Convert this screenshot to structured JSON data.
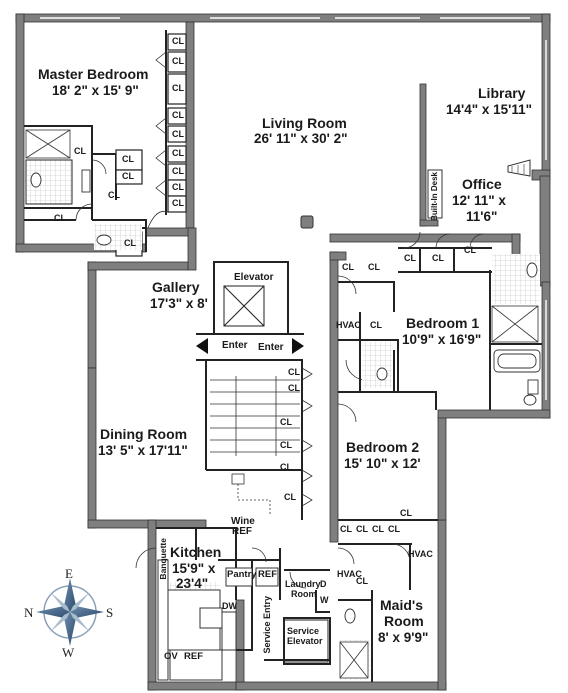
{
  "rooms": {
    "master_bedroom": {
      "name": "Master Bedroom",
      "dims": "18' 2\" x 15' 9\""
    },
    "living_room": {
      "name": "Living Room",
      "dims": "26' 11\" x 30' 2\""
    },
    "library": {
      "name": "Library",
      "dims": "14'4\" x 15'11\""
    },
    "office": {
      "name": "Office",
      "dims_line1": "12' 11\" x",
      "dims_line2": "11'6\""
    },
    "gallery": {
      "name": "Gallery",
      "dims": "17'3\" x 8'"
    },
    "bedroom1": {
      "name": "Bedroom 1",
      "dims": "10'9\" x 16'9\""
    },
    "dining_room": {
      "name": "Dining Room",
      "dims": "13' 5\" x 17'11\""
    },
    "bedroom2": {
      "name": "Bedroom 2",
      "dims": "15' 10\" x 12'"
    },
    "kitchen": {
      "name": "Kitchen",
      "dims_line1": "15'9\" x",
      "dims_line2": "23'4\""
    },
    "maids_room": {
      "name": "Maid's",
      "name2": "Room",
      "dims": "8' x 9'9\""
    }
  },
  "labels": {
    "closet": "CL",
    "elevator": "Elevator",
    "enter": "Enter",
    "hvac": "HVAC",
    "built_in_desk": "Built-In Desk",
    "wine": "Wine",
    "ref": "REF",
    "pantry": "Pantry",
    "laundry": "Laundry",
    "room": "Room",
    "d": "D",
    "w": "W",
    "banquette": "Banquette",
    "dw": "DW",
    "ov": "OV",
    "service_entry": "Service Entry",
    "service": "Service",
    "service_elevator": "Elevator"
  },
  "compass": {
    "n": "N",
    "s": "S",
    "e": "E",
    "w": "W"
  }
}
